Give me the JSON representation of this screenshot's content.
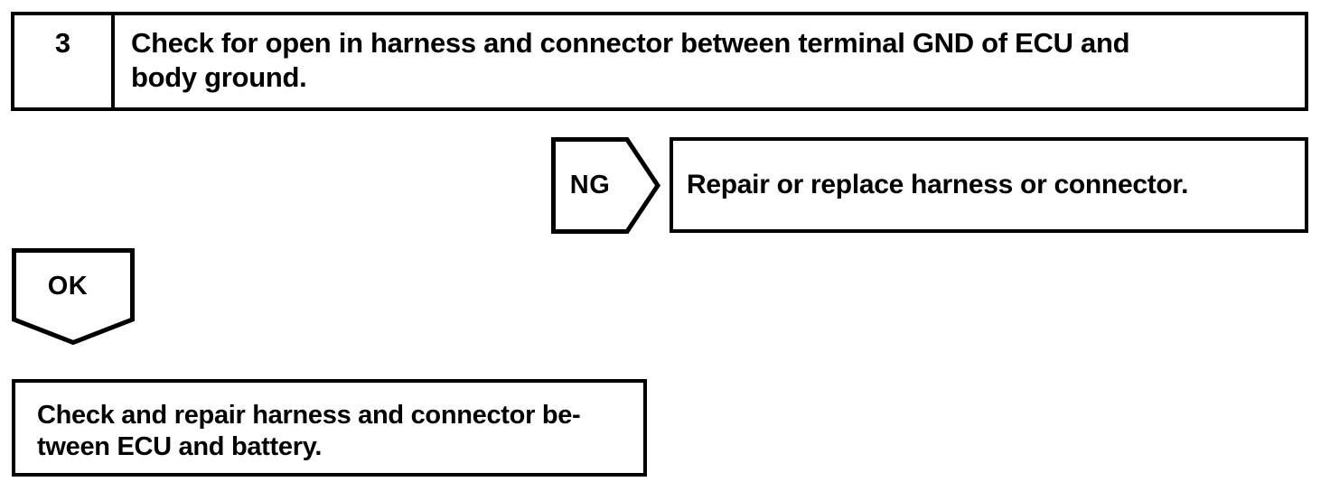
{
  "page": {
    "background_color": "#ffffff",
    "ink_color": "#000000"
  },
  "flowchart": {
    "step": {
      "number": "3",
      "instruction": "Check for open in harness and connector between terminal GND of ECU and body ground.",
      "instruction_lines": [
        "Check for open in harness and connector between terminal GND of ECU and",
        "body ground."
      ]
    },
    "ng_branch": {
      "label": "NG",
      "action": "Repair or replace harness or connector."
    },
    "ok_branch": {
      "label": "OK"
    },
    "next_step": {
      "action": "Check and repair harness and connector between ECU and battery.",
      "action_lines": [
        "Check and repair harness and connector be-",
        "tween ECU and battery."
      ]
    }
  }
}
